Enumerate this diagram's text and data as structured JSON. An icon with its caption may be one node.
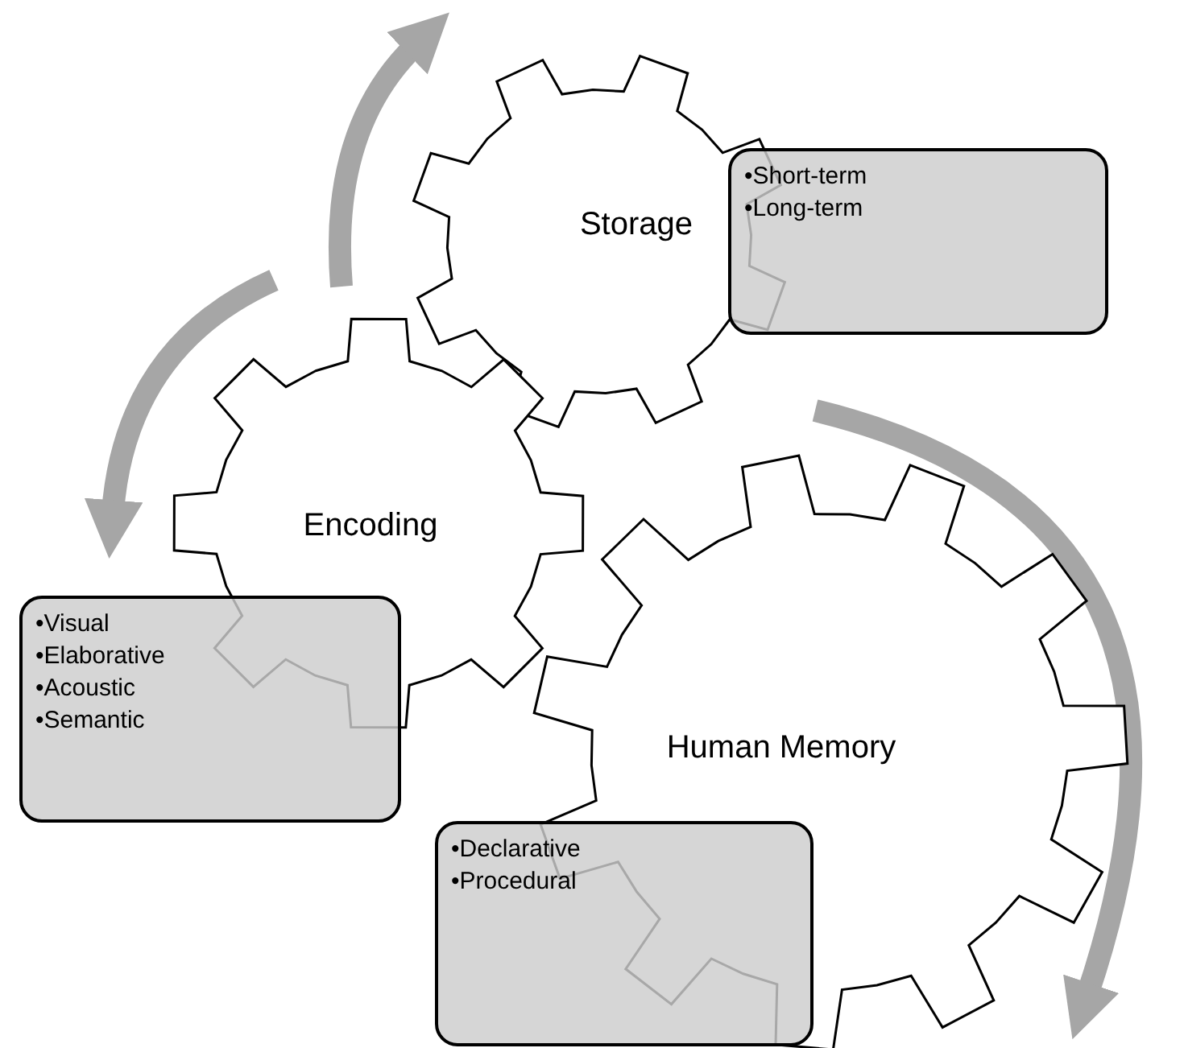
{
  "diagram": {
    "nodes": [
      {
        "text": [
          "Storage"
        ]
      },
      {
        "text": [
          "•Short-term",
          "•Long-term"
        ]
      },
      {
        "text": [
          "Encoding"
        ]
      },
      {
        "text": [
          "•Visual",
          "•Elaborative",
          "•Acoustic",
          "•Semantic"
        ]
      },
      {
        "text": [
          "Human Memory"
        ]
      },
      {
        "text": [
          "•Declarative",
          "•Procedural"
        ]
      }
    ]
  }
}
